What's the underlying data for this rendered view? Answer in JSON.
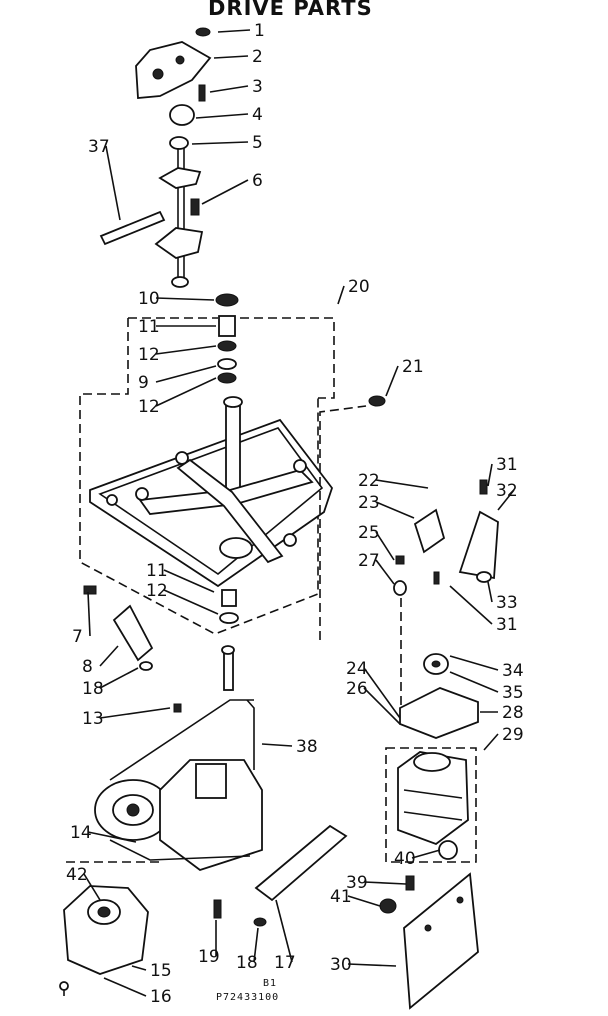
{
  "title": "DRIVE PARTS",
  "footer": {
    "line1": "B1",
    "line2": "P72433100"
  },
  "callouts": [
    "1",
    "2",
    "3",
    "4",
    "5",
    "6",
    "37",
    "10",
    "11",
    "12",
    "9",
    "12",
    "20",
    "21",
    "22",
    "23",
    "25",
    "27",
    "31",
    "32",
    "33",
    "31",
    "11",
    "12",
    "7",
    "8",
    "18",
    "13",
    "24",
    "26",
    "34",
    "35",
    "28",
    "29",
    "38",
    "14",
    "42",
    "15",
    "16",
    "19",
    "18",
    "17",
    "39",
    "41",
    "40",
    "30"
  ]
}
